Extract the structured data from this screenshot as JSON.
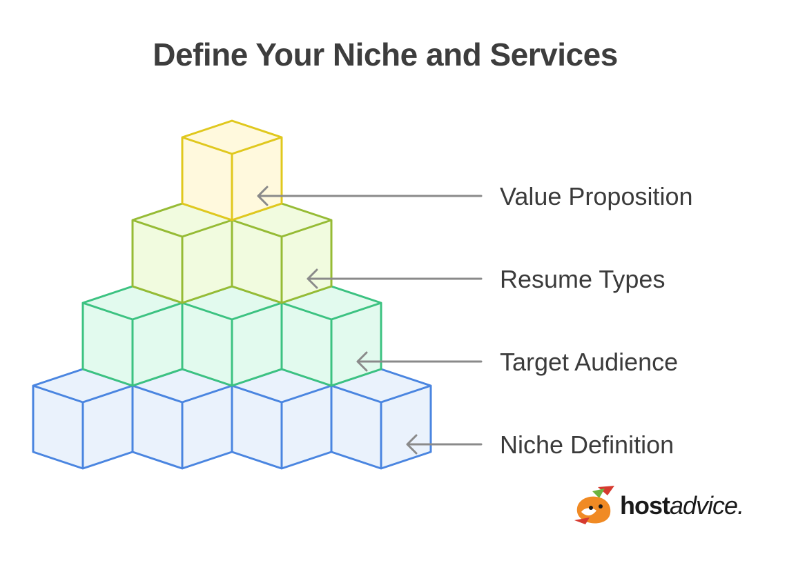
{
  "title": "Define Your Niche and Services",
  "layers": [
    {
      "label": "Value Proposition",
      "cubes": 1,
      "stroke": "#e0c81e",
      "fill": "#fff9dd"
    },
    {
      "label": "Resume Types",
      "cubes": 2,
      "stroke": "#96bb35",
      "fill": "#f1fbdf"
    },
    {
      "label": "Target Audience",
      "cubes": 3,
      "stroke": "#3cc281",
      "fill": "#e2faee"
    },
    {
      "label": "Niche Definition",
      "cubes": 4,
      "stroke": "#4a85e0",
      "fill": "#eaf2fc"
    }
  ],
  "arrow_color": "#8a8a8a",
  "brand": {
    "bold": "host",
    "rest": "advice."
  }
}
